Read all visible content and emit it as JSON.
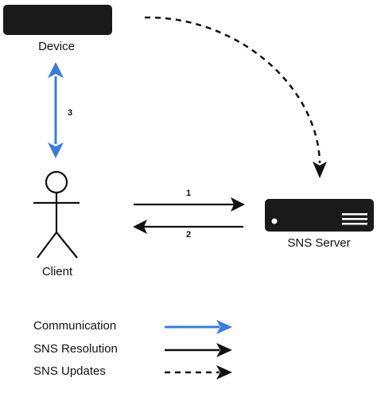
{
  "nodes": {
    "device": {
      "label": "Device"
    },
    "client": {
      "label": "Client"
    },
    "server": {
      "label": "SNS Server"
    }
  },
  "edges": {
    "communication": {
      "number": "3"
    },
    "request": {
      "number": "1"
    },
    "response": {
      "number": "2"
    }
  },
  "legend": {
    "communication": {
      "label": "Communication",
      "color": "#3a7be0"
    },
    "resolution": {
      "label": "SNS Resolution",
      "color": "#111111"
    },
    "updates": {
      "label": "SNS Updates",
      "color": "#111111"
    }
  }
}
